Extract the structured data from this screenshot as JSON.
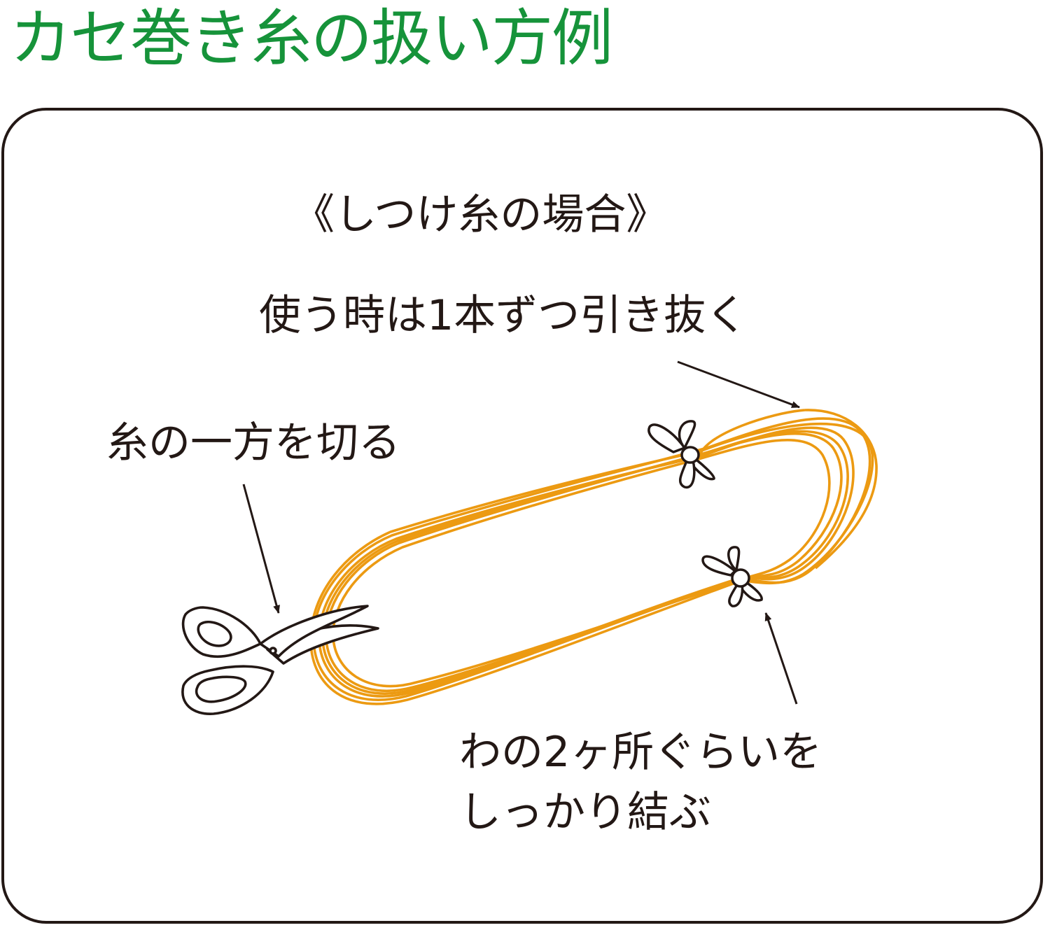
{
  "title": "カセ巻き糸の扱い方例",
  "colors": {
    "title": "#16933a",
    "thread": "#ec9a12",
    "line": "#231815",
    "background": "#ffffff"
  },
  "diagram": {
    "subtitle": "《しつけ糸の場合》",
    "pull_label": "使う時は1本ずつ引き抜く",
    "cut_label": "糸の一方を切る",
    "tie_label_line1": "わの2ヶ所ぐらいを",
    "tie_label_line2": "しっかり結ぶ"
  },
  "icons": [
    "scissors-icon",
    "bow-knot-icon",
    "thread-skein-icon",
    "arrow-icon"
  ]
}
